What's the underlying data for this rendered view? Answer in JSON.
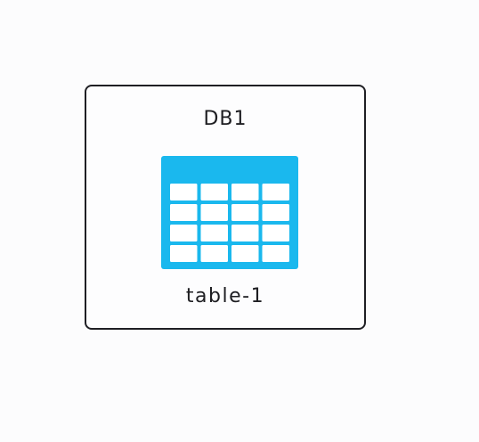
{
  "database": {
    "title": "DB1"
  },
  "table": {
    "label": "table-1",
    "icon": "table-grid-icon",
    "rows": 4,
    "columns": 4,
    "color": "#1ab8ee",
    "cell_color": "#ffffff"
  }
}
